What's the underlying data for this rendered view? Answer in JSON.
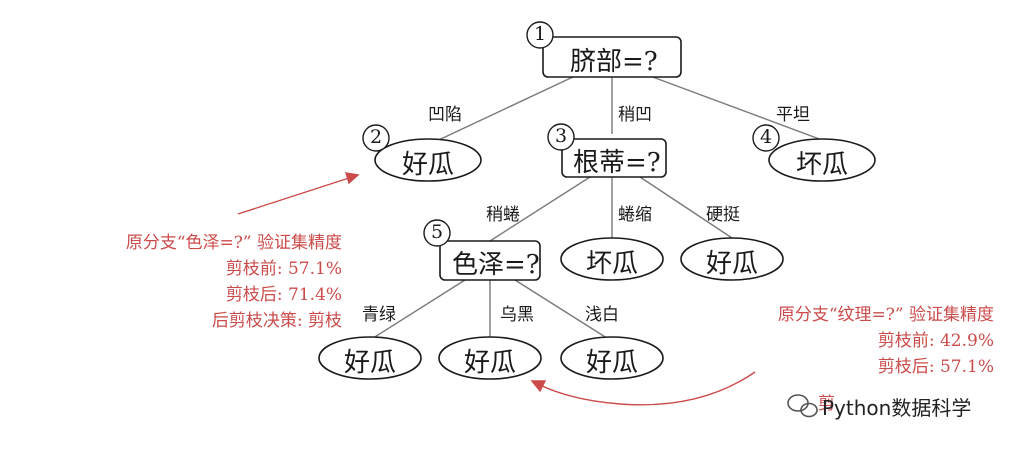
{
  "tree": {
    "nodes": {
      "n1": {
        "label": "脐部=?",
        "num": "1"
      },
      "n2": {
        "label": "好瓜",
        "num": "2"
      },
      "n3": {
        "label": "根蒂=?",
        "num": "3"
      },
      "n4": {
        "label": "坏瓜",
        "num": "4"
      },
      "n5": {
        "label": "色泽=?",
        "num": "5"
      },
      "n6": {
        "label": "坏瓜"
      },
      "n7": {
        "label": "好瓜"
      },
      "n8": {
        "label": "好瓜"
      },
      "n9": {
        "label": "好瓜"
      },
      "n10": {
        "label": "好瓜"
      }
    },
    "edges": {
      "e12": "凹陷",
      "e13": "稍凹",
      "e14": "平坦",
      "e35": "稍蜷",
      "e36": "蜷缩",
      "e37": "硬挺",
      "e58": "青绿",
      "e59": "乌黑",
      "e510": "浅白"
    }
  },
  "annotation_left": {
    "title": "原分支“色泽=?”  验证集精度",
    "before": "剪枝前: 57.1%",
    "after": "剪枝后: 71.4%",
    "decision": "后剪枝决策: 剪枝"
  },
  "annotation_right": {
    "title": "原分支“纹理=?”  验证集精度",
    "before": "剪枝前: 42.9%",
    "after": "剪枝后: 57.1%",
    "decision": "剪"
  },
  "watermark": {
    "text": "Python数据科学"
  },
  "colors": {
    "annotation": "#cc4b4b",
    "line": "#7a7a7a",
    "ink": "#1a1a1a"
  }
}
